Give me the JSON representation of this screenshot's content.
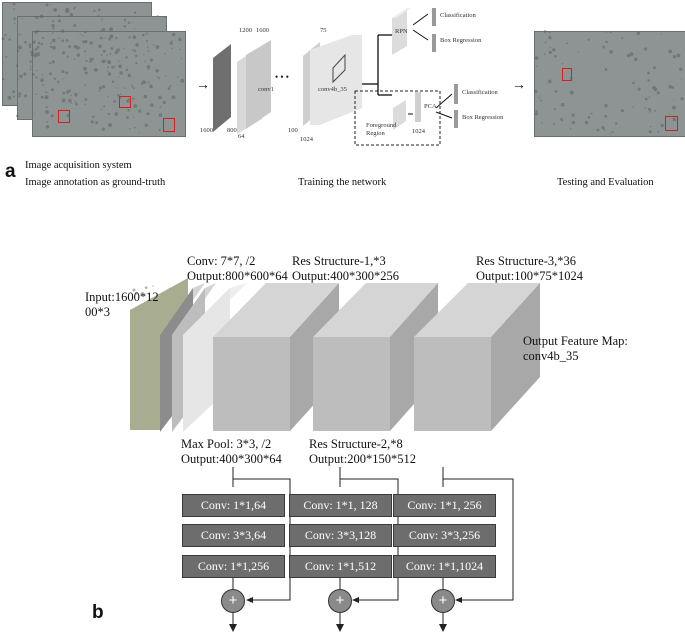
{
  "panel_a": {
    "label": "a",
    "caption_acquisition": "Image acquisition system",
    "caption_annotation": "Image annotation as ground-truth",
    "caption_training": "Training the network",
    "caption_testing": "Testing and Evaluation",
    "arrow_glyph": "→",
    "net": {
      "input_dims_1": "1200",
      "input_dims_2": "1600",
      "input_h": "1600",
      "input_w": "800",
      "conv1_name": "conv1",
      "conv1_depth": "64",
      "conv4_top": "75",
      "conv4_name": "conv4b_35",
      "conv4_h": "100",
      "conv4_depth": "1024",
      "rpn_label": "RPN",
      "rpn_cls": "Classification",
      "rpn_box": "Box Regression",
      "fg_label_1": "Foreground",
      "fg_label_2": "Region",
      "pca_label": "PCA",
      "pca_dim": "1024",
      "pca_cls": "Classification",
      "pca_box": "Box Regression",
      "dots": "• • •"
    }
  },
  "panel_b": {
    "label": "b",
    "input_label_1": "Input:1600*12",
    "input_label_2": "00*3",
    "conv_label_1": "Conv: 7*7, /2",
    "conv_label_2": "Output:800*600*64",
    "maxpool_label_1": "Max Pool: 3*3, /2",
    "maxpool_label_2": "Output:400*300*64",
    "res1_label_1": "Res Structure-1,*3",
    "res1_label_2": "Output:400*300*256",
    "res2_label_1": "Res Structure-2,*8",
    "res2_label_2": "Output:200*150*512",
    "res3_label_1": "Res Structure-3,*36",
    "res3_label_2": "Output:100*75*1024",
    "output_label_1": "Output Feature Map:",
    "output_label_2": "conv4b_35",
    "plus_glyph": "+",
    "blocks": [
      [
        "Conv: 1*1,64",
        "Conv: 3*3,64",
        "Conv: 1*1,256"
      ],
      [
        "Conv: 1*1, 128",
        "Conv: 3*3,128",
        "Conv: 1*1,512"
      ],
      [
        "Conv: 1*1, 256",
        "Conv: 3*3,256",
        "Conv: 1*1,1024"
      ]
    ]
  }
}
